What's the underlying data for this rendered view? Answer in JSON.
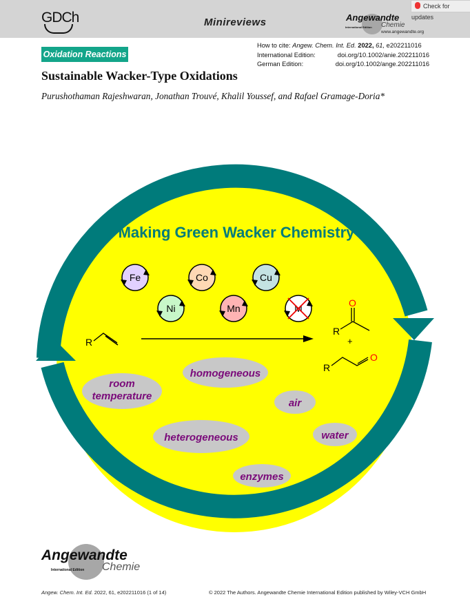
{
  "header": {
    "society_logo": "GDCh",
    "section": "Minireviews",
    "journal_logo": {
      "main": "Angewandte",
      "sub": "Chemie",
      "edition": "International Edition"
    },
    "website": "www.angewandte.org",
    "check_updates": "Check for updates"
  },
  "citation": {
    "how_to_cite_label": "How to cite:",
    "how_to_cite_journal": "Angew. Chem. Int. Ed.",
    "how_to_cite_year": "2022,",
    "how_to_cite_vol": "61,",
    "how_to_cite_id": "e202211016",
    "intl_label": "International Edition:",
    "intl_doi": "doi.org/10.1002/anie.202211016",
    "german_label": "German Edition:",
    "german_doi": "doi.org/10.1002/ange.202211016"
  },
  "article": {
    "category": "Oxidation Reactions",
    "title": "Sustainable Wacker-Type Oxidations",
    "authors": "Purushothaman Rajeshwaran, Jonathan Trouvé, Khalil Youssef, and Rafael Gramage-Doria*"
  },
  "figure": {
    "title": "Making Green Wacker Chemistry",
    "metals": [
      {
        "label": "Fe",
        "color": "#e2d0ff"
      },
      {
        "label": "Co",
        "color": "#ffd8b4"
      },
      {
        "label": "Cu",
        "color": "#c4e2e2"
      },
      {
        "label": "Ni",
        "color": "#c8f7c8"
      },
      {
        "label": "Mn",
        "color": "#ffb4b4"
      },
      {
        "label": "M",
        "color": "#ffffff"
      }
    ],
    "substituent": "R",
    "oxygen": "O",
    "plus": "+",
    "conditions": [
      "room",
      "temperature",
      "homogeneous",
      "air",
      "heterogeneous",
      "water",
      "enzymes"
    ],
    "colors": {
      "ring": "#007b7b",
      "fill": "#ffff00",
      "bubble": "#c8c8c8",
      "bubble_text": "#7a0a7a"
    }
  },
  "footer": {
    "citation_journal": "Angew. Chem. Int. Ed.",
    "citation_rest": "2022, 61, e202211016 (1 of 14)",
    "copyright": "© 2022 The Authors. Angewandte Chemie International Edition published by Wiley-VCH GmbH",
    "logo_main": "Angewandte",
    "logo_sub": "Chemie",
    "logo_edition": "International Edition"
  }
}
